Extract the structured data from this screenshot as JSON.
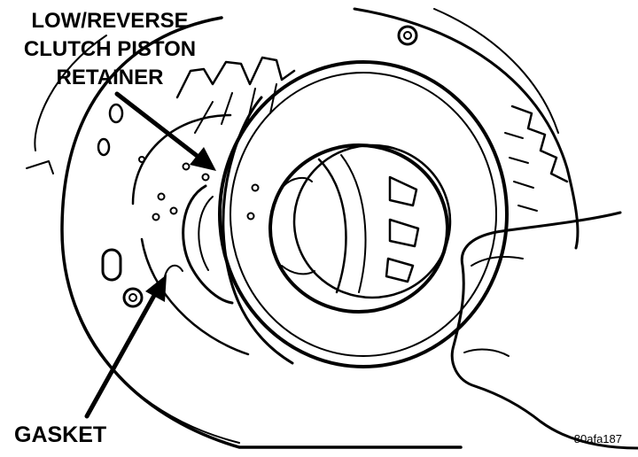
{
  "labels": {
    "retainer_line1": "LOW/REVERSE",
    "retainer_line2": "CLUTCH PISTON",
    "retainer_line3": "RETAINER",
    "gasket": "GASKET"
  },
  "figure_id": "80afa187",
  "colors": {
    "ink": "#000000",
    "paper": "#ffffff"
  }
}
